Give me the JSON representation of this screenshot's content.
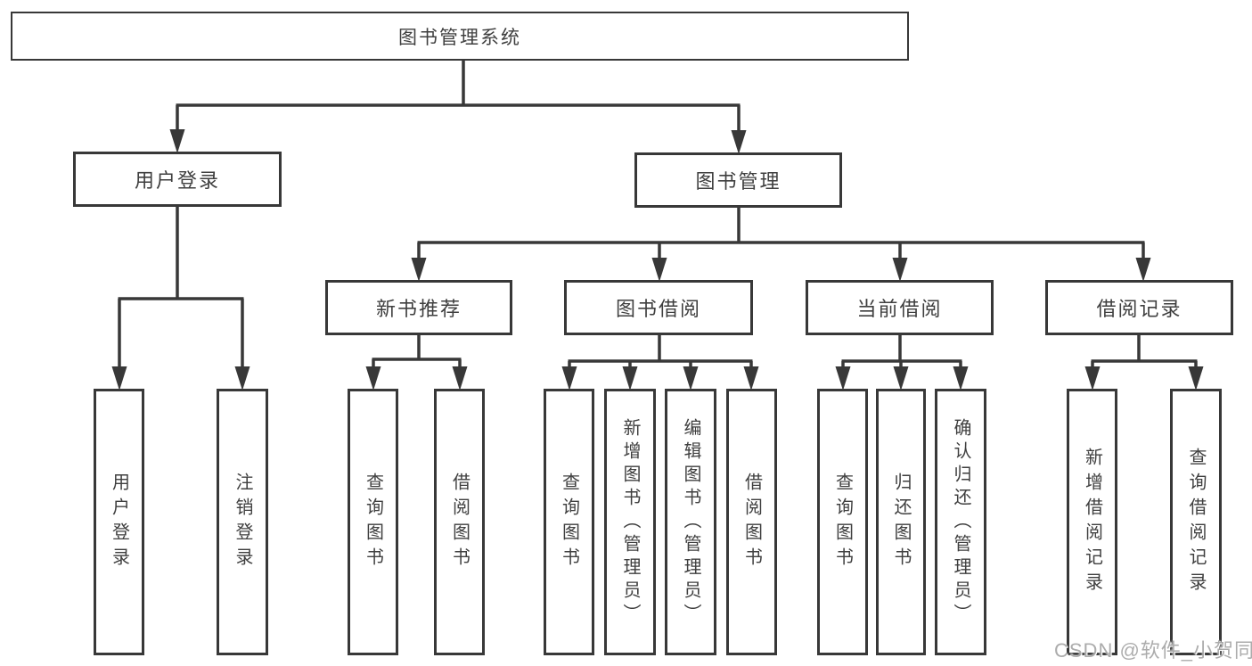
{
  "diagram": {
    "title": "图书管理系统",
    "level1": {
      "user_login": "用户登录",
      "book_management": "图书管理"
    },
    "level2": {
      "new_book_recommend": "新书推荐",
      "book_borrowing": "图书借阅",
      "current_borrowing": "当前借阅",
      "borrowing_records": "借阅记录"
    },
    "leaves": {
      "user_login": "用户登录",
      "logout": "注销登录",
      "nb_query_books": "查询图书",
      "nb_borrow_books": "借阅图书",
      "bb_query_books": "查询图书",
      "bb_add_books": "新增图书（管理员）",
      "bb_edit_books": "编辑图书（管理员）",
      "bb_borrow_books": "借阅图书",
      "cb_query_books": "查询图书",
      "cb_return_books": "归还图书",
      "cb_confirm_return": "确认归还（管理员）",
      "br_add_record": "新增借阅记录",
      "br_query_record": "查询借阅记录"
    }
  },
  "watermark": "CSDN @软件_小贺同学",
  "colors": {
    "line": "#383838",
    "box_border": "#383838",
    "text": "#3f3f3f",
    "background": "#ffffff",
    "watermark": "#9e9e9e"
  }
}
